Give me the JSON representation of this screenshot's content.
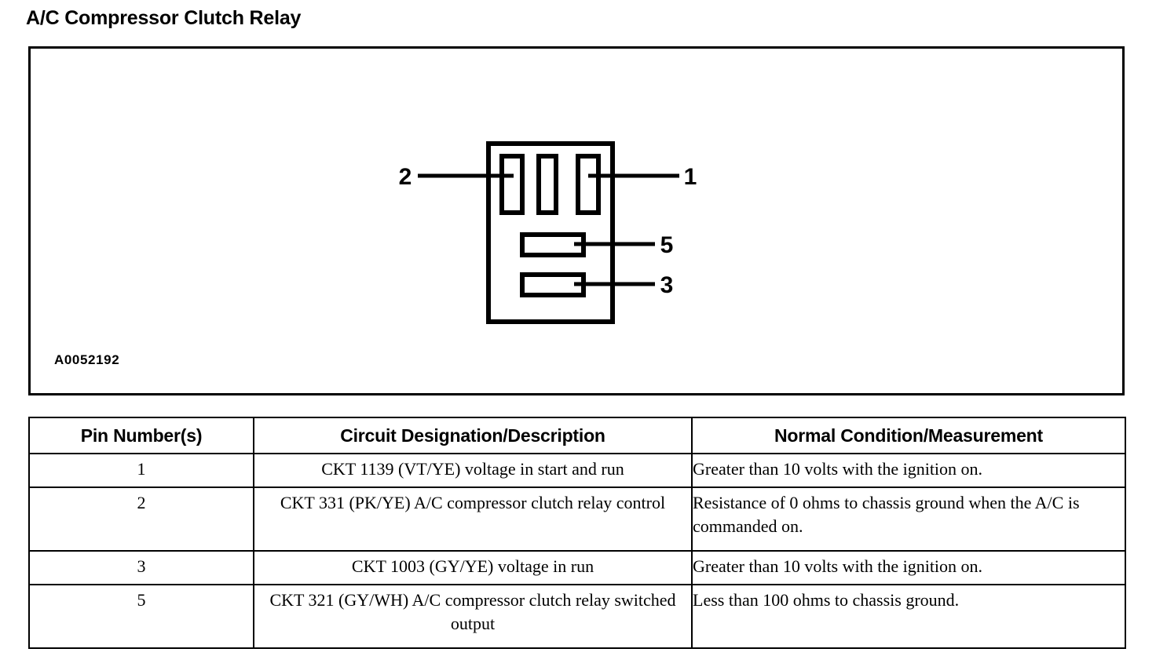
{
  "document": {
    "title": "A/C Compressor Clutch Relay",
    "figure_id": "A0052192"
  },
  "figure": {
    "callouts": [
      {
        "label": "2",
        "side": "left",
        "target": "top-slot-left"
      },
      {
        "label": "1",
        "side": "right",
        "target": "top-slot-right"
      },
      {
        "label": "5",
        "side": "right",
        "target": "bottom-slot-upper"
      },
      {
        "label": "3",
        "side": "right",
        "target": "bottom-slot-lower"
      }
    ]
  },
  "table": {
    "headers": [
      "Pin Number(s)",
      "Circuit Designation/Description",
      "Normal Condition/Measurement"
    ],
    "rows": [
      {
        "pin": "1",
        "description": "CKT 1139 (VT/YE) voltage in start and run",
        "measurement": "Greater than 10 volts with the ignition on."
      },
      {
        "pin": "2",
        "description": "CKT 331 (PK/YE) A/C compressor clutch relay control",
        "measurement": "Resistance of 0 ohms to chassis ground when the A/C is commanded on."
      },
      {
        "pin": "3",
        "description": "CKT 1003 (GY/YE) voltage in run",
        "measurement": "Greater than 10 volts with the ignition on."
      },
      {
        "pin": "5",
        "description": "CKT 321 (GY/WH) A/C compressor clutch relay switched output",
        "measurement": "Less than 100 ohms to chassis ground."
      }
    ]
  }
}
